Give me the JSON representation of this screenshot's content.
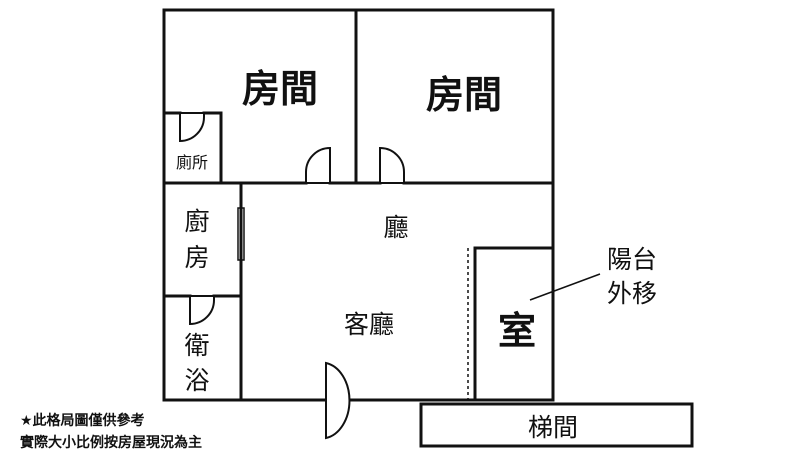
{
  "rooms": {
    "bedroom_1": "房間",
    "bedroom_2": "房間",
    "toilet": "廁所",
    "kitchen_1": "廚",
    "kitchen_2": "房",
    "hall": "廳",
    "bath_1": "衛",
    "bath_2": "浴",
    "living": "客廳",
    "room": "室",
    "stairs": "梯間"
  },
  "annotation": {
    "line1": "陽台",
    "line2": "外移"
  },
  "notes": {
    "line1": "★此格局圖僅供參考",
    "line2": "實際大小比例按房屋現況為主"
  }
}
